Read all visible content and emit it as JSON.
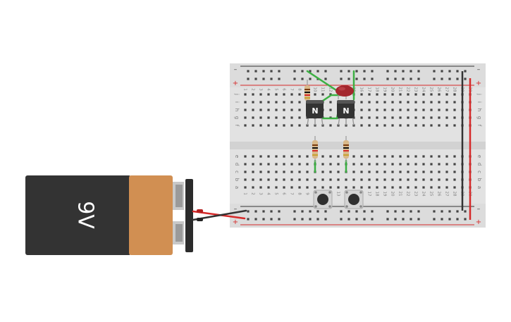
{
  "battery": {
    "label": "9V",
    "body_color": "#333333",
    "wrap_color": "#d18f52"
  },
  "breadboard": {
    "color": "#e2e2e2",
    "rail_red": "#d62a2a",
    "rail_black": "#333333",
    "rail_plus": "+",
    "rail_minus": "–",
    "row_letters_top": [
      "j",
      "i",
      "h",
      "g",
      "f"
    ],
    "row_letters_bottom": [
      "e",
      "d",
      "c",
      "b",
      "a"
    ],
    "column_numbers": [
      "1",
      "2",
      "3",
      "4",
      "5",
      "6",
      "7",
      "8",
      "9",
      "10",
      "11",
      "12",
      "13",
      "14",
      "15",
      "16",
      "17",
      "18",
      "19",
      "20",
      "21",
      "22",
      "23",
      "24",
      "25",
      "26",
      "27",
      "28",
      "29",
      "30"
    ]
  },
  "transistors": [
    {
      "label": "N"
    },
    {
      "label": "N"
    }
  ],
  "wire_colors": {
    "green": "#3cb043",
    "red": "#d62a2a",
    "black": "#333333"
  },
  "capacitor_color": "#a3272e"
}
